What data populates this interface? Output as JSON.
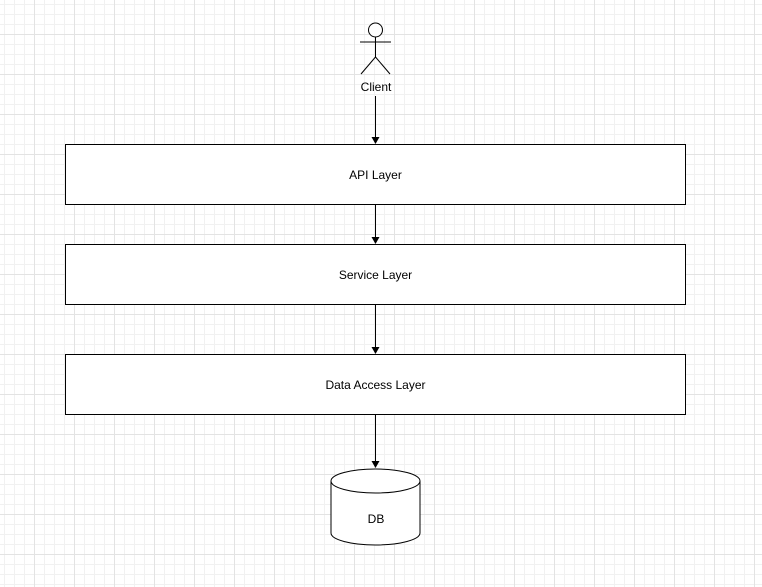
{
  "diagram": {
    "actor": {
      "label": "Client",
      "icon": "stick-figure-icon"
    },
    "layers": [
      {
        "label": "API Layer"
      },
      {
        "label": "Service Layer"
      },
      {
        "label": "Data Access Layer"
      }
    ],
    "database": {
      "label": "DB",
      "icon": "cylinder-icon"
    },
    "colors": {
      "stroke": "#000000",
      "fill": "#ffffff",
      "grid": "#e3e3e3"
    }
  }
}
